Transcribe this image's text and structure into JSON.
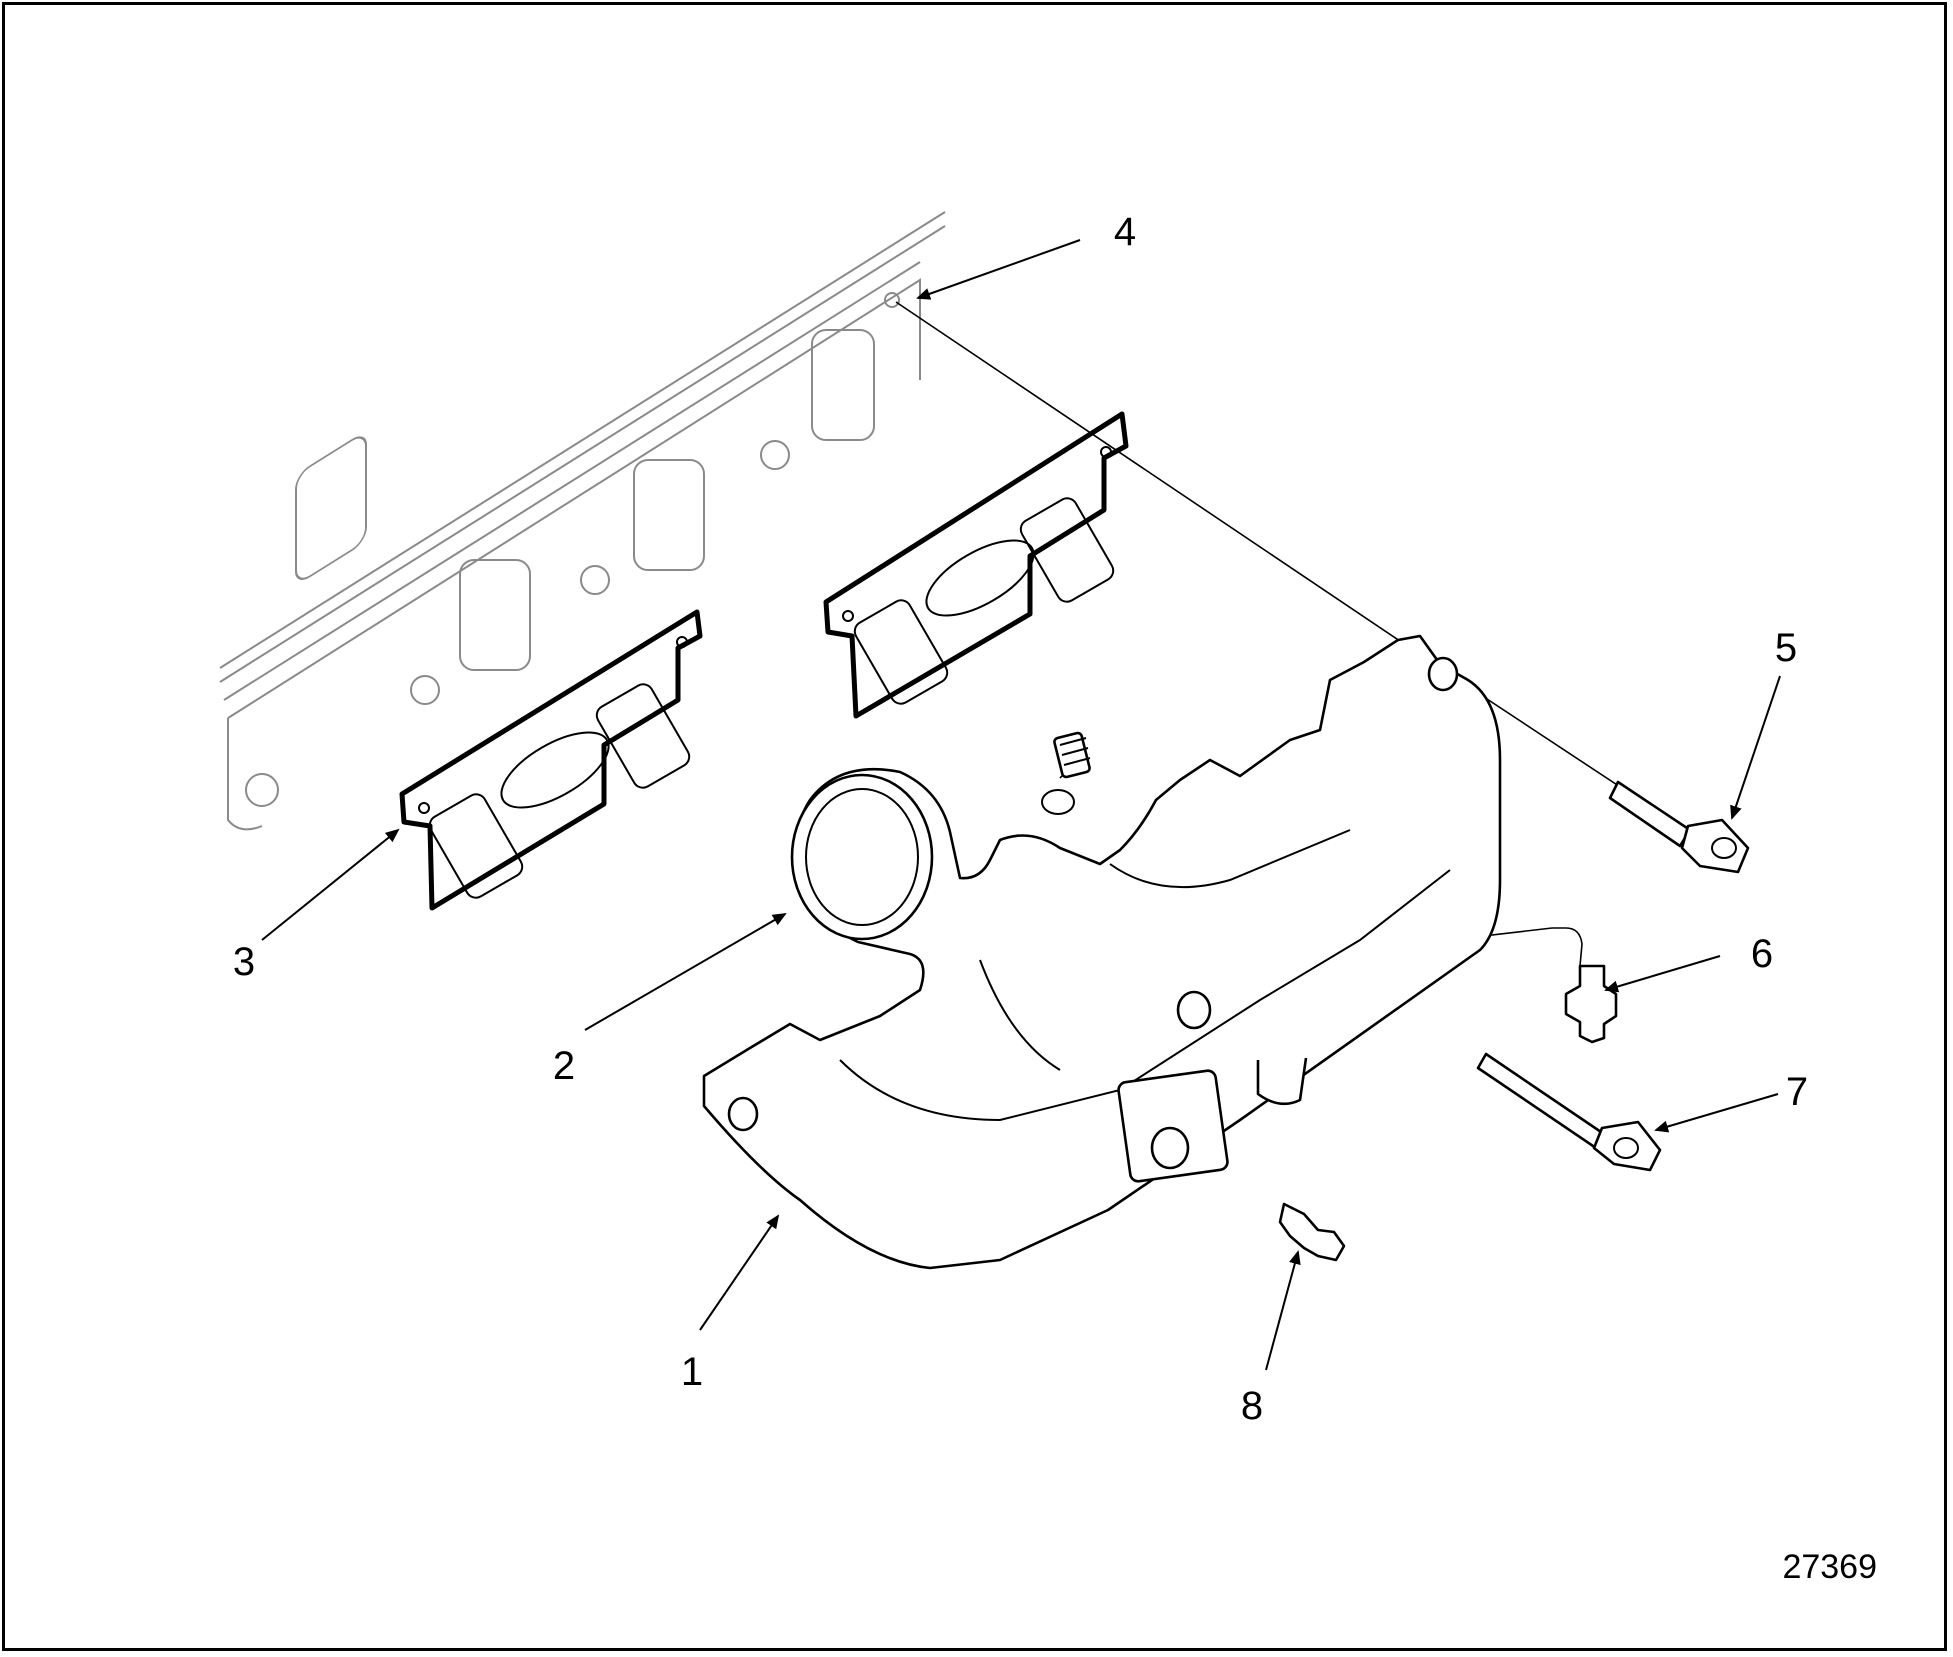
{
  "figure": {
    "number": "27369"
  },
  "callouts": [
    {
      "id": "1",
      "label": "1"
    },
    {
      "id": "2",
      "label": "2"
    },
    {
      "id": "3",
      "label": "3"
    },
    {
      "id": "4",
      "label": "4"
    },
    {
      "id": "5",
      "label": "5"
    },
    {
      "id": "6",
      "label": "6"
    },
    {
      "id": "7",
      "label": "7"
    },
    {
      "id": "8",
      "label": "8"
    }
  ],
  "colors": {
    "line": "#000000",
    "ghost": "#8a8a8a",
    "background": "#ffffff"
  }
}
